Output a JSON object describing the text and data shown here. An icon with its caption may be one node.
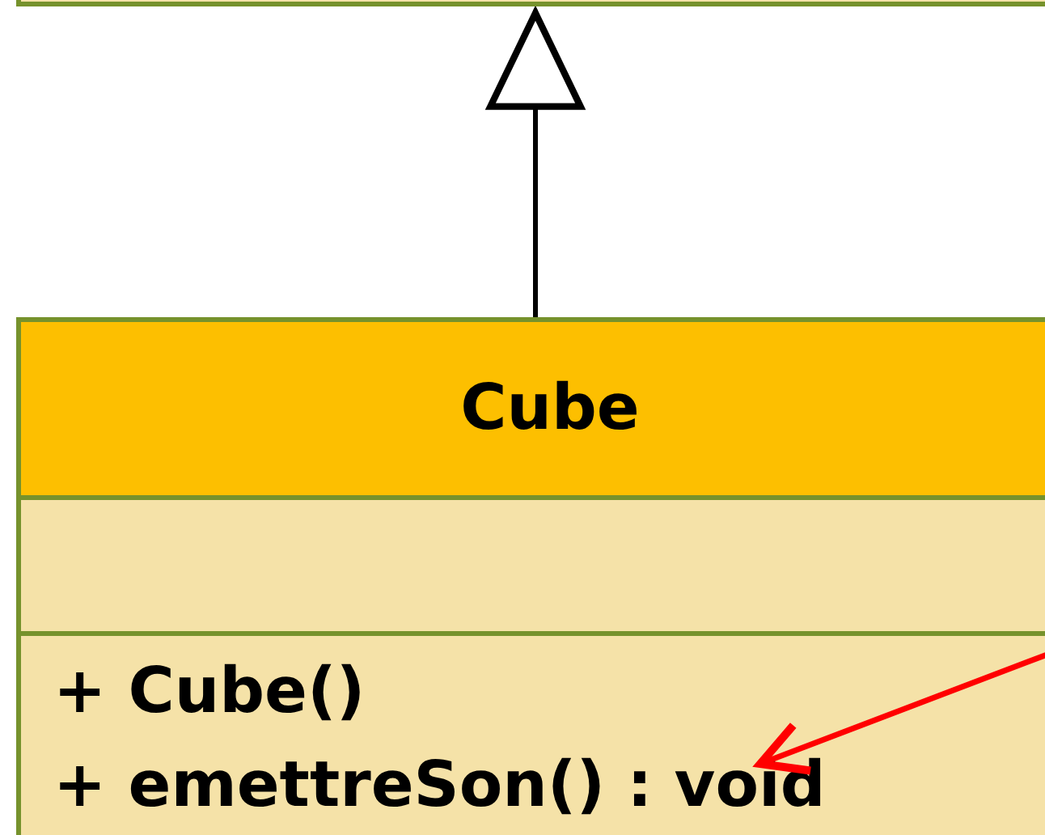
{
  "diagram": {
    "nodes": [
      {
        "text": [],
        "shape": "box"
      },
      {
        "text": [
          "Cube",
          "+ Cube()",
          "+ emettreSon() : void"
        ]
      }
    ],
    "edges": [
      {
        "from": 1,
        "to": 0,
        "arrow": "to"
      },
      {
        "from": null,
        "to": 1,
        "arrow": "to",
        "color": "#ff0000"
      }
    ]
  }
}
